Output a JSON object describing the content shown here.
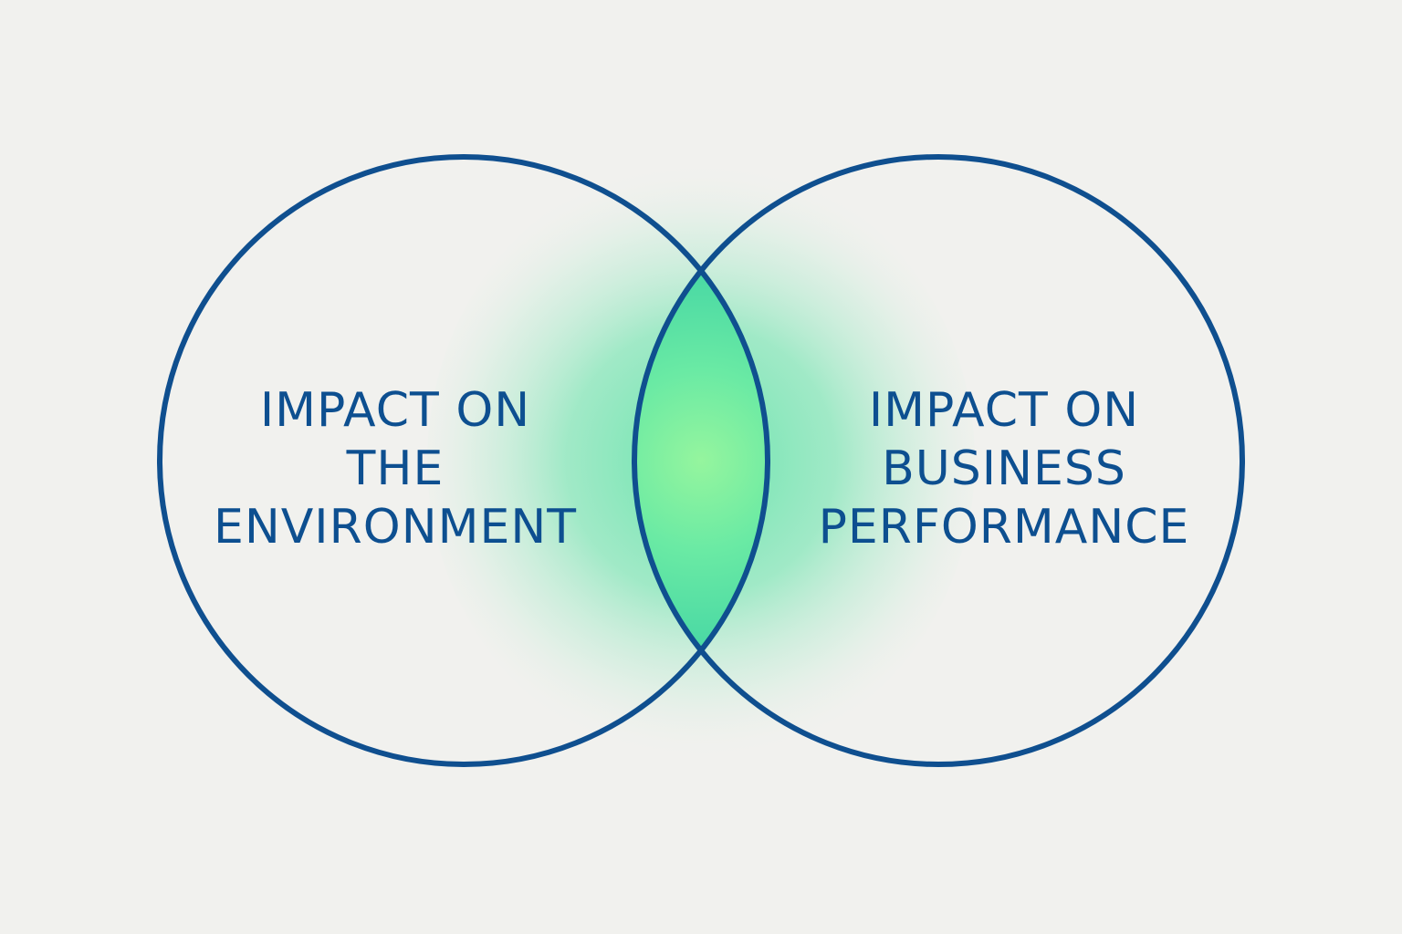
{
  "diagram": {
    "type": "venn",
    "circles": [
      {
        "id": "left",
        "lines": [
          "IMPACT ON",
          "THE",
          "ENVIRONMENT"
        ]
      },
      {
        "id": "right",
        "lines": [
          "IMPACT ON",
          "BUSINESS",
          "PERFORMANCE"
        ]
      }
    ],
    "colors": {
      "background": "#f1f1ee",
      "stroke": "#0f4f8f",
      "text": "#0d4f90",
      "glow": "#5fe0a8",
      "intersection_center": "#90f5a0",
      "intersection_edge": "#4fd9a2"
    }
  }
}
